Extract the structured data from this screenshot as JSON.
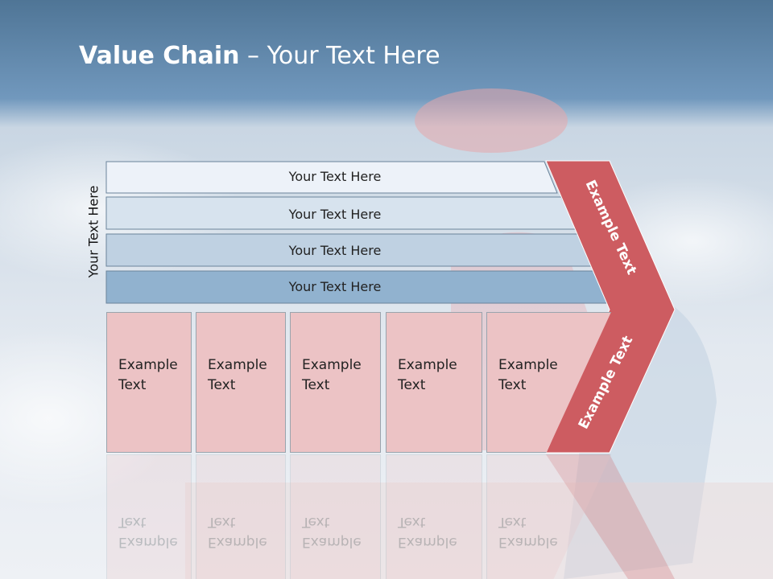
{
  "slide": {
    "title_bold": "Value Chain",
    "title_rest": " – Your Text Here",
    "side_label": "Your Text Here"
  },
  "rows": [
    {
      "label": "Your Text Here",
      "color": "#edf2f9"
    },
    {
      "label": "Your Text Here",
      "color": "#d7e3ee"
    },
    {
      "label": "Your Text Here",
      "color": "#bfd1e2"
    },
    {
      "label": "Your Text Here",
      "color": "#91b2cf"
    }
  ],
  "boxes": [
    {
      "line1": "Example",
      "line2": "Text"
    },
    {
      "line1": "Example",
      "line2": "Text"
    },
    {
      "line1": "Example",
      "line2": "Text"
    },
    {
      "line1": "Example",
      "line2": "Text"
    },
    {
      "line1": "Example",
      "line2": "Text"
    }
  ],
  "chevron": {
    "upper_text": "Example Text",
    "lower_text": "Example Text",
    "color": "#cd5c61"
  },
  "colors": {
    "header_band": "#5e89ad",
    "box_fill": "#ecc3c5"
  }
}
